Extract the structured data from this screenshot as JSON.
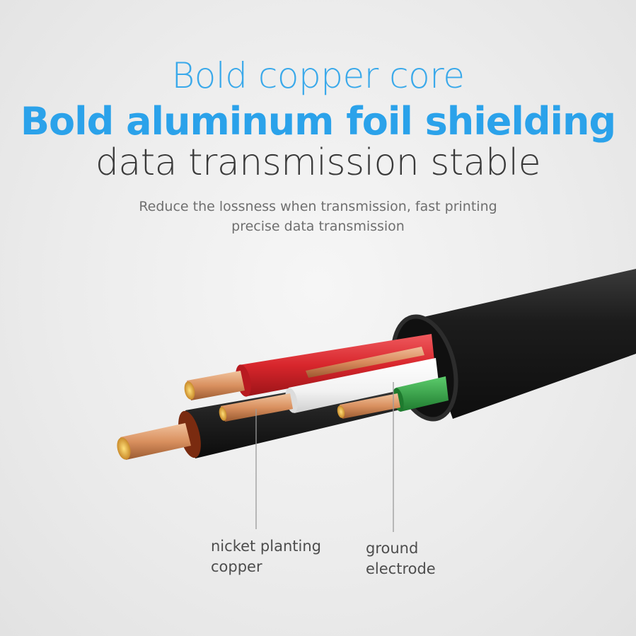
{
  "heading": {
    "line1": "Bold copper core",
    "line2": "Bold aluminum foil shielding",
    "line3": "data transmission stable"
  },
  "subtitle": {
    "line1": "Reduce the lossness when transmission, fast printing",
    "line2": "precise data transmission"
  },
  "callouts": {
    "nickel_line1": "nicket planting",
    "nickel_line2": "copper",
    "ground_line1": "ground",
    "ground_line2": "electrode"
  },
  "colors": {
    "headline_blue": "#2ba2ea",
    "body_dark": "#3a3a3a",
    "wire_red": "#d8262c",
    "wire_white": "#fafafa",
    "wire_green": "#2ea043",
    "wire_black": "#1e1e1e",
    "copper": "#d9905f"
  }
}
